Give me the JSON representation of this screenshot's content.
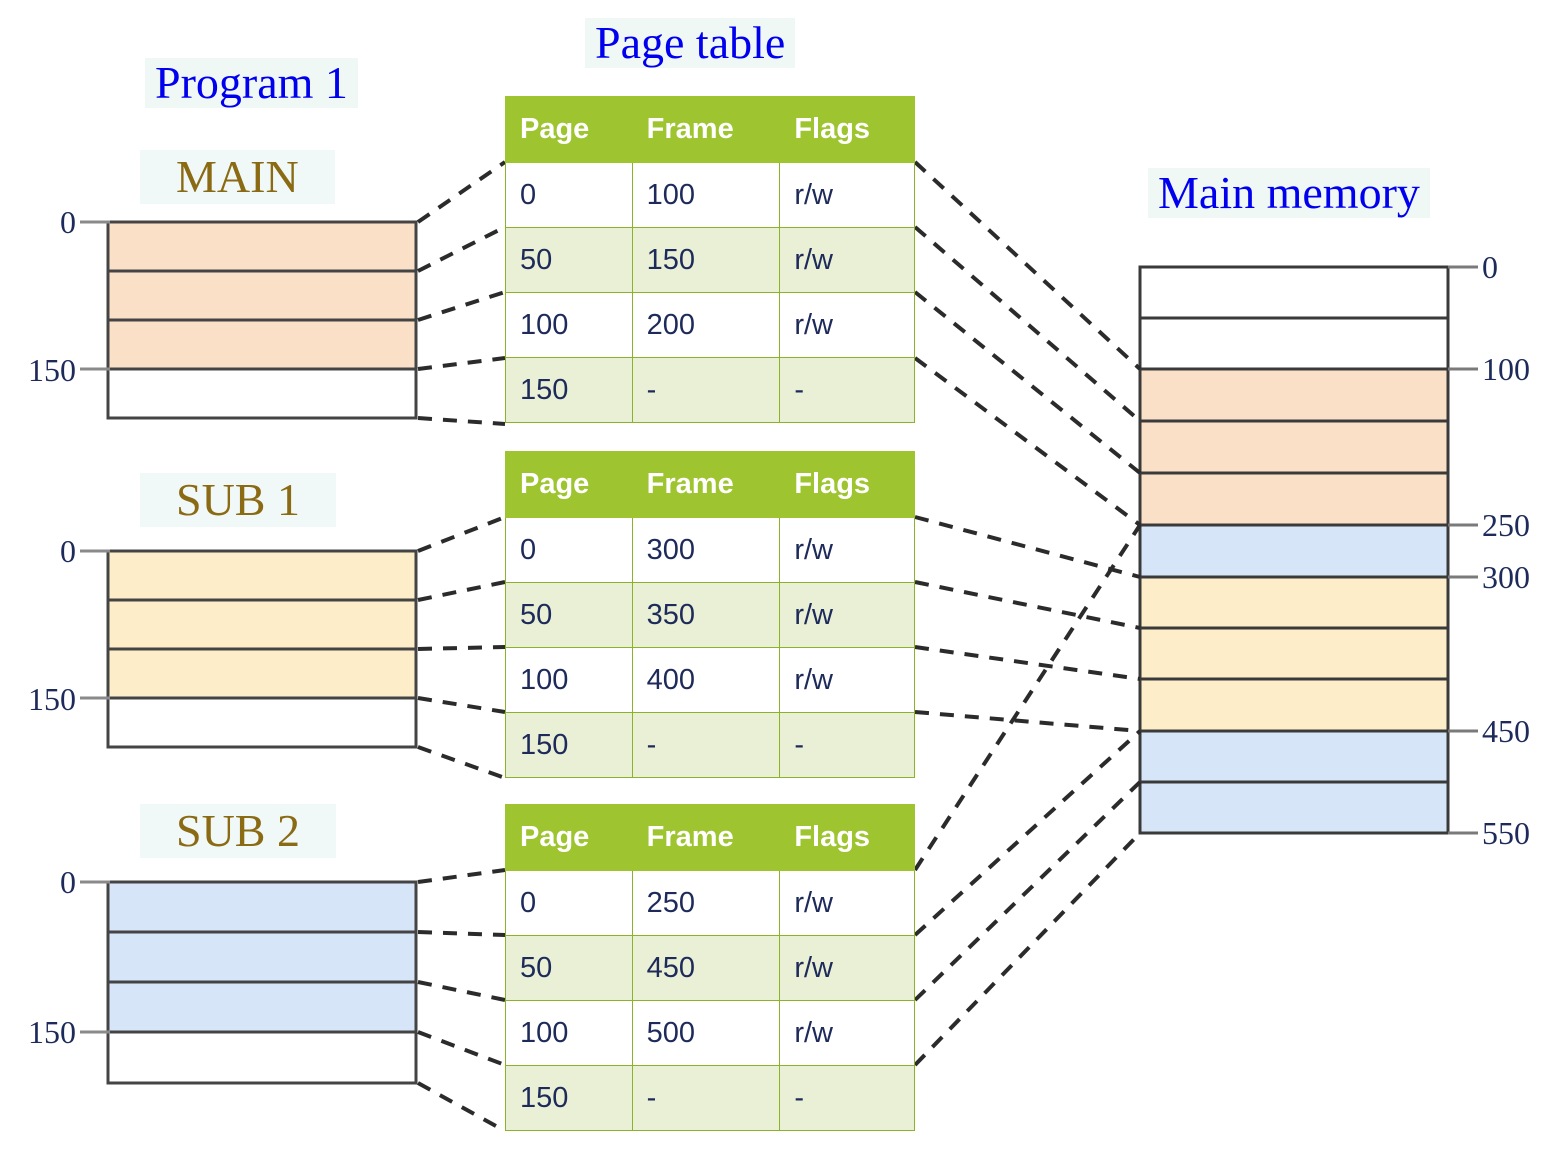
{
  "diagram": {
    "title_program": "Program 1",
    "title_page_table": "Page table",
    "title_main_memory": "Main memory"
  },
  "programs": [
    {
      "name": "MAIN",
      "axis_top": "0",
      "axis_mark": "150",
      "fill": "#fbe0c8",
      "rows": 4,
      "filled_rows": 3
    },
    {
      "name": "SUB 1",
      "axis_top": "0",
      "axis_mark": "150",
      "fill": "#fdeec9",
      "rows": 4,
      "filled_rows": 3
    },
    {
      "name": "SUB 2",
      "axis_top": "0",
      "axis_mark": "150",
      "fill": "#d6e5f7",
      "rows": 4,
      "filled_rows": 3
    }
  ],
  "page_tables": [
    {
      "for": "MAIN",
      "headers": [
        "Page",
        "Frame",
        "Flags"
      ],
      "rows": [
        [
          "0",
          "100",
          "r/w"
        ],
        [
          "50",
          "150",
          "r/w"
        ],
        [
          "100",
          "200",
          "r/w"
        ],
        [
          "150",
          "-",
          "-"
        ]
      ]
    },
    {
      "for": "SUB 1",
      "headers": [
        "Page",
        "Frame",
        "Flags"
      ],
      "rows": [
        [
          "0",
          "300",
          "r/w"
        ],
        [
          "50",
          "350",
          "r/w"
        ],
        [
          "100",
          "400",
          "r/w"
        ],
        [
          "150",
          "-",
          "-"
        ]
      ]
    },
    {
      "for": "SUB 2",
      "headers": [
        "Page",
        "Frame",
        "Flags"
      ],
      "rows": [
        [
          "0",
          "250",
          "r/w"
        ],
        [
          "50",
          "450",
          "r/w"
        ],
        [
          "100",
          "500",
          "r/w"
        ],
        [
          "150",
          "-",
          "-"
        ]
      ]
    }
  ],
  "main_memory": {
    "label": "Main memory",
    "address_labels": [
      "0",
      "100",
      "250",
      "300",
      "450",
      "550"
    ],
    "block_size": 50,
    "blocks": [
      {
        "start": "0",
        "end": "50",
        "fill": "#ffffff",
        "owner": "free"
      },
      {
        "start": "50",
        "end": "100",
        "fill": "#ffffff",
        "owner": "free"
      },
      {
        "start": "100",
        "end": "150",
        "fill": "#fbe0c8",
        "owner": "MAIN"
      },
      {
        "start": "150",
        "end": "200",
        "fill": "#fbe0c8",
        "owner": "MAIN"
      },
      {
        "start": "200",
        "end": "250",
        "fill": "#fbe0c8",
        "owner": "MAIN"
      },
      {
        "start": "250",
        "end": "300",
        "fill": "#d6e5f7",
        "owner": "SUB 2"
      },
      {
        "start": "300",
        "end": "350",
        "fill": "#fdeec9",
        "owner": "SUB 1"
      },
      {
        "start": "350",
        "end": "400",
        "fill": "#fdeec9",
        "owner": "SUB 1"
      },
      {
        "start": "400",
        "end": "450",
        "fill": "#fdeec9",
        "owner": "SUB 1"
      },
      {
        "start": "450",
        "end": "500",
        "fill": "#d6e5f7",
        "owner": "SUB 2"
      },
      {
        "start": "500",
        "end": "550",
        "fill": "#d6e5f7",
        "owner": "SUB 2"
      }
    ]
  },
  "colors": {
    "title": "#0000ee",
    "program_name": "#8a6a12",
    "table_header": "#9ec52f",
    "table_alt_row": "#e9f0d6",
    "axis_text": "#1d2a5a",
    "outline": "#444444"
  }
}
